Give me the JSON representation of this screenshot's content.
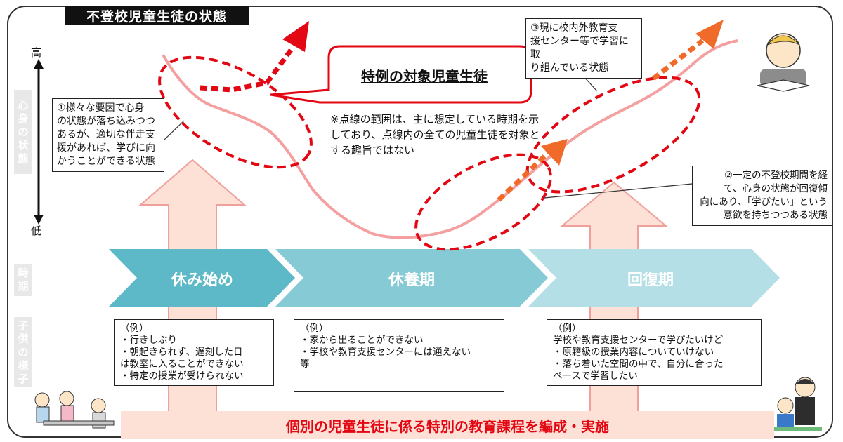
{
  "title": "不登校児童生徒の状態",
  "axis": {
    "vertical_label_chars": [
      "心",
      "身",
      "の",
      "状",
      "態"
    ],
    "high": "高",
    "low": "低"
  },
  "row_labels": {
    "period_chars": [
      "時",
      "期"
    ],
    "child_state_chars": [
      "子",
      "供",
      "の",
      "様",
      "子"
    ]
  },
  "special_target": "特例の対象児童生徒",
  "disclaimer": "※点線の範囲は、主に想定している時期を示しており、点線内の全ての児童生徒を対象とする趣旨ではない",
  "notes": {
    "note1": [
      "①様々な要因で心身",
      "の状態が落ち込みつつ",
      "あるが、適切な伴走支",
      "援があれば、学びに向",
      "かうことができる状態"
    ],
    "note2": [
      "②一定の不登校期間を経",
      "て、心身の状態が回復傾",
      "向にあり、「学びたい」という",
      "意欲を持ちつつある状態"
    ],
    "note3": [
      "③現に校内外教育支",
      "援センター等で学習に取",
      "り組んでいる状態"
    ]
  },
  "periods": [
    {
      "label": "休み始め",
      "color": "#5db8c8"
    },
    {
      "label": "休養期",
      "color": "#86cad5"
    },
    {
      "label": "回復期",
      "color": "#b4dfe6"
    }
  ],
  "examples": [
    {
      "lines": [
        "（例）",
        "・行きしぶり",
        "・朝起きられず、遅刻した日",
        "は教室に入ることができない",
        "・特定の授業が受けられない"
      ]
    },
    {
      "lines": [
        "（例）",
        "・家から出ることができない",
        "・学校や教育支援センターには通えない",
        "等"
      ]
    },
    {
      "lines": [
        "（例）",
        "学校や教育支援センターで学びたいけど",
        "・原籍級の授業内容についていけない",
        "・落ち着いた空間の中で、自分に合った",
        "ペースで学習したい"
      ]
    }
  ],
  "bottom_banner": "個別の児童生徒に係る特別の教育課程を編成・実施",
  "colors": {
    "accent_red": "#e30613",
    "orange_arrow": "#f06a2a",
    "curve_pink": "#f4a0a0",
    "up_arrow_fill": "#fde1d6",
    "up_arrow_stroke": "#f0a09a"
  }
}
